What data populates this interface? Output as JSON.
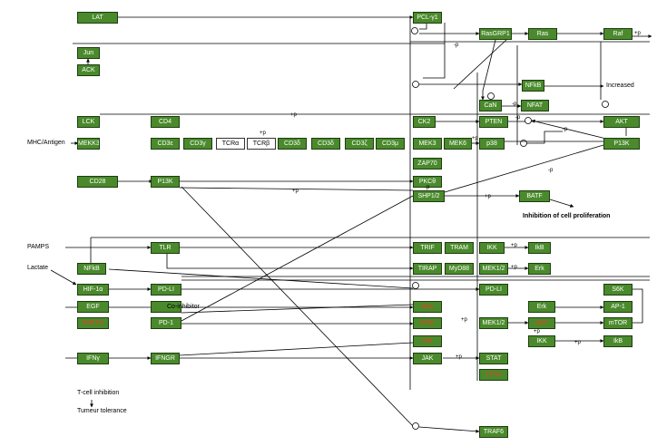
{
  "nodes": {
    "lat": "LAT",
    "plcg1": "PCL-γ1",
    "rasgrp1": "RasGRP1",
    "ras": "Ras",
    "raf": "Raf",
    "jun": "Jun",
    "ack": "ACK",
    "nfkb_top": "NFkB",
    "can": "CaN",
    "nfat": "NFAT",
    "lck": "LCK",
    "cd4": "CD4",
    "ck2": "CK2",
    "pten": "PTEN",
    "akt": "AKT",
    "mekk3": "MEKK3",
    "cd3e": "CD3ε",
    "cd3g": "CD3γ",
    "tcra": "TCRα",
    "tcrb": "TCRβ",
    "cd3d1": "CD3δ",
    "cd3d2": "CD3δ",
    "cd3z": "CD3ζ",
    "cd3u": "CD3μ",
    "mek3": "MEK3",
    "mek6": "MEK6",
    "p38": "p38",
    "p13k_right": "P13K",
    "zap70": "ZAP70",
    "cd28": "CD28",
    "p13k_left": "P13K",
    "pkc": "PKCθ",
    "shp12": "SHP1/2",
    "batf": "BATF",
    "tlr": "TLR",
    "trif": "TRIF",
    "tram": "TRAM",
    "ikk_top": "IKK",
    "ikb_top": "IkB",
    "nfkb_mid": "NFkB",
    "tirap": "TIRAP",
    "myd88": "MyD88",
    "mek12_top": "MEK1/2",
    "erk_top": "Erk",
    "hif1a": "HIF-1α",
    "pdl1_left": "PD-LI",
    "pdl1_right": "PD-LI",
    "s6k": "S6K",
    "egf": "EGF",
    "co_inhibitor_node": "",
    "ras_red": "Ras",
    "erk_mid": "Erk",
    "ap1": "AP-1",
    "hif_red": "SHP1/2",
    "pd1": "PD-1",
    "mek12_mid": "MEK1/2",
    "pi3k_red": "PI3K",
    "akt_red": "AKT",
    "mtor": "mTOR",
    "raf_red": "Raf",
    "ikk_bottom": "IKK",
    "ikb_bottom": "IkB",
    "ifng": "IFNγ",
    "ifngr": "IFNGR",
    "jak": "JAK",
    "stat": "STAT",
    "stat_red": "FTS2",
    "traf6": "TRAF6"
  },
  "labels": {
    "increased": "Increased",
    "mhc": "MHC/Antigen",
    "cell_prolif": "Inhibition of cell proliferation",
    "pamps": "PAMPS",
    "lactate": "Lactate",
    "co_inhibitor": "Co-inhibitor",
    "tcell_inhib": "T-cell inhibition",
    "tumour_tol": "Tumeur tolerance"
  },
  "marks": {
    "p_raf": "+p",
    "p_ras": "-p",
    "p_lck": "+p",
    "p_pten": "-p",
    "p_cd3": "+p",
    "p_akt": "-p",
    "p_nfat": "-p",
    "p_p38": "+p",
    "p_cd28": "+p",
    "p_pkc": "-p",
    "p_p13k": "-p",
    "p_batf": "+p",
    "p_erk": "+p",
    "p_mek": "+p",
    "p_mtor": "+p",
    "p_ikk": "+p",
    "p_jak": "+p",
    "p_ikb2": "+p"
  },
  "colors": {
    "node_fill": "#4a8a2c",
    "node_border": "#1e3d10",
    "highlight_text": "#e8401e"
  }
}
